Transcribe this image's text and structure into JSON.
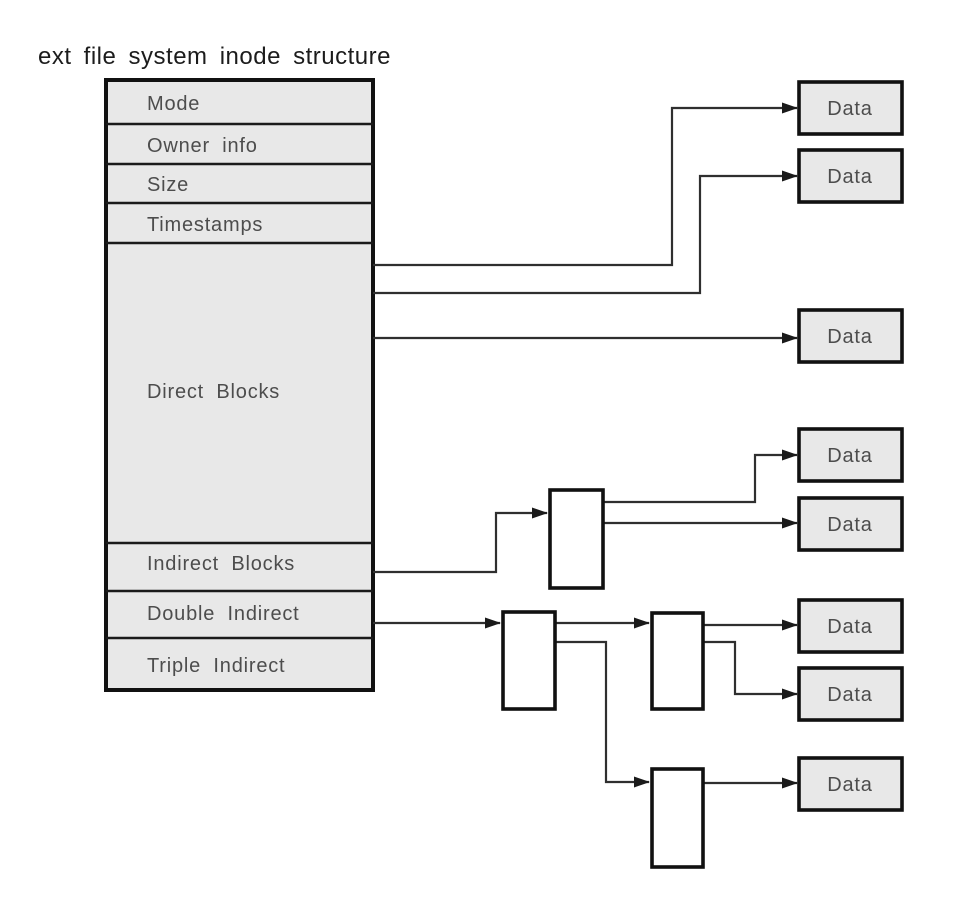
{
  "title": "ext file system inode structure",
  "colors": {
    "background": "#ffffff",
    "box_fill": "#e8e8e8",
    "indirect_block_fill": "#ffffff",
    "border": "#111111",
    "connector": "#2f2f2f",
    "row_label_text": "#4d4d4d",
    "title_text": "#1c1c1c"
  },
  "inode_table": {
    "rows": [
      {
        "id": "mode",
        "label": "Mode"
      },
      {
        "id": "owner-info",
        "label": "Owner info"
      },
      {
        "id": "size",
        "label": "Size"
      },
      {
        "id": "timestamps",
        "label": "Timestamps"
      },
      {
        "id": "direct-blocks",
        "label": "Direct Blocks"
      },
      {
        "id": "indirect-blocks",
        "label": "Indirect Blocks"
      },
      {
        "id": "double-indirect",
        "label": "Double Indirect"
      },
      {
        "id": "triple-indirect",
        "label": "Triple Indirect"
      }
    ]
  },
  "data_boxes": [
    {
      "id": "data-1",
      "label": "Data"
    },
    {
      "id": "data-2",
      "label": "Data"
    },
    {
      "id": "data-3",
      "label": "Data"
    },
    {
      "id": "data-4",
      "label": "Data"
    },
    {
      "id": "data-5",
      "label": "Data"
    },
    {
      "id": "data-6",
      "label": "Data"
    },
    {
      "id": "data-7",
      "label": "Data"
    },
    {
      "id": "data-8",
      "label": "Data"
    }
  ],
  "indirect_blocks": [
    {
      "id": "single-indirect-block"
    },
    {
      "id": "double-indirect-block-l1"
    },
    {
      "id": "double-indirect-block-l2a"
    },
    {
      "id": "double-indirect-block-l2b"
    }
  ],
  "connections": [
    {
      "from": "direct-blocks",
      "to": "data-1"
    },
    {
      "from": "direct-blocks",
      "to": "data-2"
    },
    {
      "from": "direct-blocks",
      "to": "data-3"
    },
    {
      "from": "indirect-blocks",
      "to": "single-indirect-block"
    },
    {
      "from": "single-indirect-block",
      "to": "data-4"
    },
    {
      "from": "single-indirect-block",
      "to": "data-5"
    },
    {
      "from": "double-indirect",
      "to": "double-indirect-block-l1"
    },
    {
      "from": "double-indirect-block-l1",
      "to": "double-indirect-block-l2a"
    },
    {
      "from": "double-indirect-block-l1",
      "to": "double-indirect-block-l2b"
    },
    {
      "from": "double-indirect-block-l2a",
      "to": "data-6"
    },
    {
      "from": "double-indirect-block-l2a",
      "to": "data-7"
    },
    {
      "from": "double-indirect-block-l2b",
      "to": "data-8"
    }
  ]
}
